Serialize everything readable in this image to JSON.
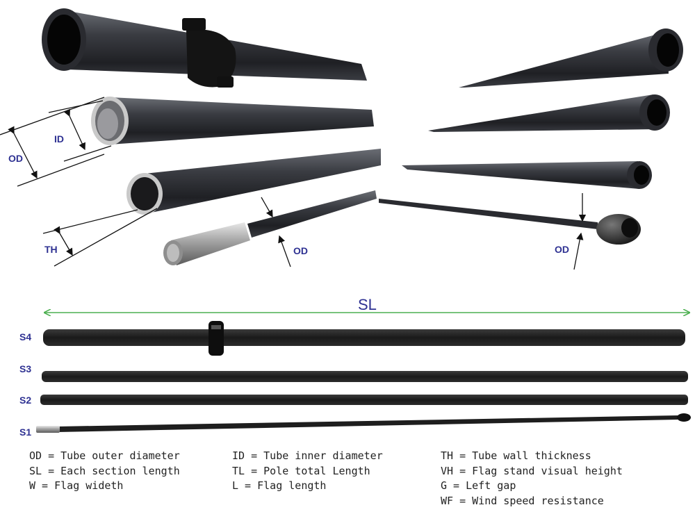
{
  "labels": {
    "od_left": "OD",
    "id": "ID",
    "th": "TH",
    "od_mid": "OD",
    "od_right": "OD",
    "sl": "SL",
    "s4": "S4",
    "s3": "S3",
    "s2": "S2",
    "s1": "S1"
  },
  "legend": {
    "col1": [
      "OD = Tube outer diameter",
      "SL = Each section length",
      "W = Flag wideth"
    ],
    "col2": [
      "ID = Tube inner diameter",
      "TL = Pole total Length",
      "L = Flag length"
    ],
    "col3": [
      "TH = Tube wall thickness",
      "VH = Flag stand visual height",
      "G = Left gap",
      "WF = Wind speed resistance"
    ]
  },
  "colors": {
    "label_blue": "#2e3192",
    "arrow_green": "#4caf50",
    "tube_dark": "#2b2d33"
  }
}
